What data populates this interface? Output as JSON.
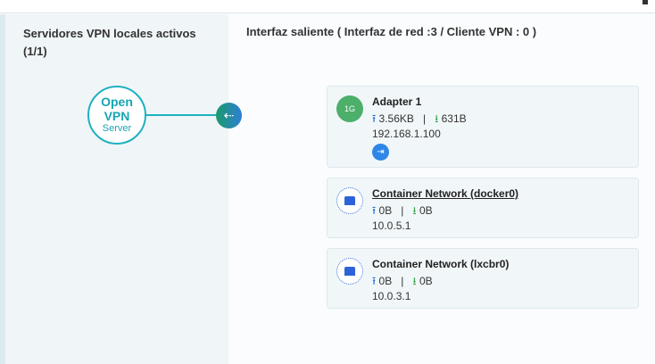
{
  "left_panel": {
    "title": "Servidores VPN locales activos (1/1)",
    "server": {
      "line1": "Open",
      "line2": "VPN",
      "line3": "Server"
    }
  },
  "right_panel": {
    "title": "Interfaz saliente ( Interfaz de red :3 / Cliente VPN : 0 )"
  },
  "interfaces": [
    {
      "icon": "ethernet-1g-icon",
      "icon_label": "1G",
      "name": "Adapter 1",
      "upload": "3.56KB",
      "download": "631B",
      "ip": "192.168.1.100",
      "sep": "|"
    },
    {
      "icon": "container-network-icon",
      "name": "Container Network (docker0)",
      "upload": "0B",
      "download": "0B",
      "ip": "10.0.5.1",
      "sep": "|"
    },
    {
      "icon": "container-network-icon",
      "name": "Container Network (lxcbr0)",
      "upload": "0B",
      "download": "0B",
      "ip": "10.0.3.1",
      "sep": "|"
    }
  ],
  "colors": {
    "accent": "#1fb1c1",
    "upload": "#1f6fd0",
    "download": "#3aa34a"
  }
}
